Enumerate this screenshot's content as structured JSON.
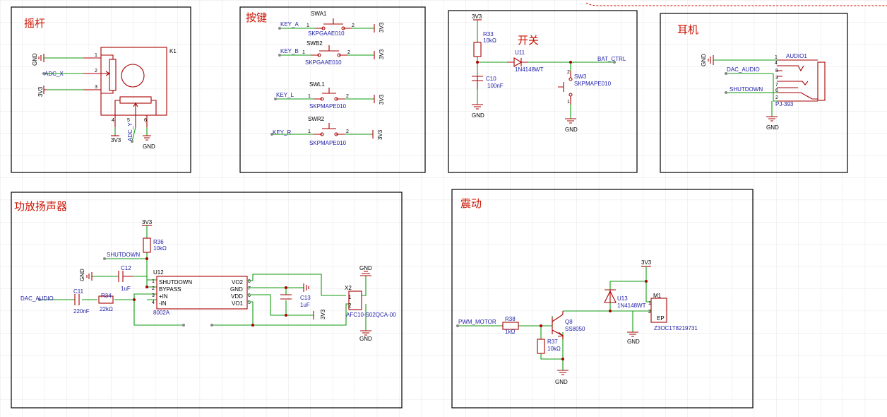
{
  "colors": {
    "frame_title": "#cc1100",
    "wire": "#129a12",
    "part": "#aa0000",
    "label": "#2222aa"
  },
  "blocks": {
    "joystick": {
      "title": "摇杆",
      "ref": "K1",
      "pins": [
        "1",
        "2",
        "3",
        "4",
        "5",
        "6"
      ],
      "nets": {
        "gnd": "GND",
        "adc_x": "ADC_X",
        "v33": "3V3",
        "adc_y": "ADC_Y",
        "v33_b": "3V3",
        "gnd_b": "GND"
      }
    },
    "keys": {
      "title": "按键",
      "switches": [
        {
          "ref": "SWA1",
          "part": "SKPGAAE010",
          "net": "KEY_A",
          "power": "3V3",
          "p1": "1",
          "p2": "2"
        },
        {
          "ref": "SWB2",
          "part": "SKPGAAE010",
          "net": "KEY_B",
          "power": "3V3",
          "p1": "1",
          "p2": "2"
        },
        {
          "ref": "SWL1",
          "part": "SKPMAPE010",
          "net": "KEY_L",
          "power": "3V3",
          "p1": "1",
          "p2": "2"
        },
        {
          "ref": "SWR2",
          "part": "SKPMAPE010",
          "net": "KEY_R",
          "power": "3V3",
          "p1": "1",
          "p2": "2"
        }
      ]
    },
    "switch": {
      "title": "开关",
      "v33": "3V3",
      "r33_ref": "R33",
      "r33_val": "10kΩ",
      "c10_ref": "C10",
      "c10_val": "100nF",
      "gnd1": "GND",
      "u11_ref": "U11",
      "u11_part": "1N4148WT",
      "net": "BAT_CTRL",
      "sw3_ref": "SW3",
      "sw3_part": "SKPMAPE010",
      "sw3_p2": "2",
      "sw3_p1": "1",
      "gnd2": "GND"
    },
    "earphone": {
      "title": "耳机",
      "ref": "AUDIO1",
      "part": "PJ-393",
      "gnd": "GND",
      "net_dac": "DAC_AUDIO",
      "net_shutdown": "SHUTDOWN",
      "pins": [
        "1",
        "4",
        "8",
        "3",
        "7",
        "6",
        "2"
      ],
      "gnd2": "GND"
    },
    "amp": {
      "title": "功放扬声器",
      "v33": "3V3",
      "r36_ref": "R36",
      "r36_val": "10kΩ",
      "net_shutdown": "SHUTDOWN",
      "gnd1": "GND",
      "c12_ref": "C12",
      "c12_val": "1uF",
      "u12_ref": "U12",
      "u12_part": "8002A",
      "u12_left": [
        "SHUTDOWN",
        "BYPASS",
        "+IN",
        "-IN"
      ],
      "u12_left_pins": [
        "1",
        "2",
        "3",
        "4"
      ],
      "u12_right": [
        "VO2",
        "GND",
        "VDD",
        "VO1"
      ],
      "u12_right_pins": [
        "8",
        "7",
        "6",
        "5"
      ],
      "net_dac": "DAC_AUDIO",
      "c11_ref": "C11",
      "c11_val": "220nF",
      "r34_ref": "R34",
      "r34_val": "22kΩ",
      "c13_ref": "C13",
      "c13_val": "1uF",
      "v33_b": "3V3",
      "x2_ref": "X2",
      "x2_part": "AFC10-S02QCA-00",
      "x2_pins": [
        "1",
        "2"
      ],
      "gnd2": "GND",
      "gnd3": "GND"
    },
    "vibration": {
      "title": "震动",
      "v33": "3V3",
      "u13_ref": "U13",
      "u13_part": "1N4148WT",
      "m1_ref": "M1",
      "m1_part": "Z3OC1T8219731",
      "m1_pins": [
        "1",
        "2"
      ],
      "m1_ep": "EP",
      "net_pwm": "PWM_MOTOR",
      "r38_ref": "R38",
      "r38_val": "1kΩ",
      "q8_ref": "Q8",
      "q8_part": "SS8050",
      "r37_ref": "R37",
      "r37_val": "10kΩ",
      "gnd1": "GND",
      "gnd2": "GND"
    }
  }
}
